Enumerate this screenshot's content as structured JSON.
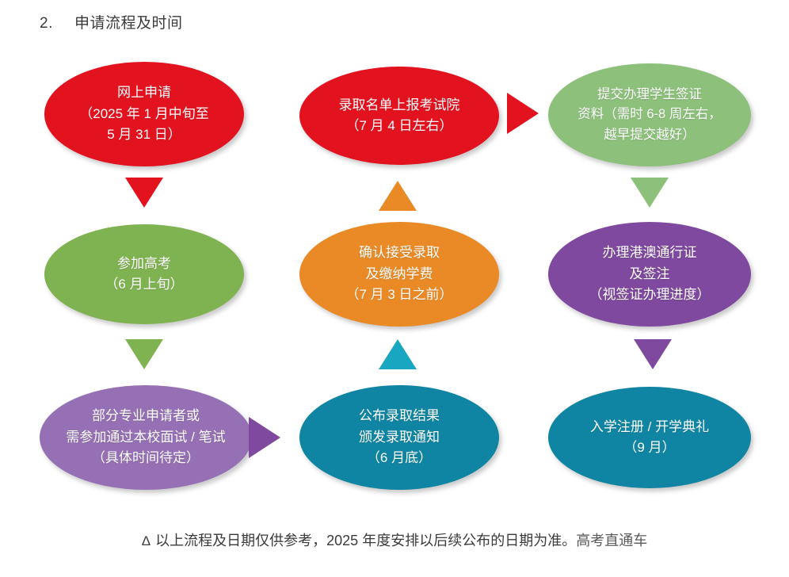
{
  "heading": {
    "number": "2.",
    "title": "申请流程及时间"
  },
  "colors": {
    "red": "#E3121F",
    "green": "#7FB250",
    "light_green": "#8CC07B",
    "orange": "#E98A26",
    "purple": "#7E499E",
    "light_purple": "#9570B4",
    "teal": "#0F85A3",
    "cyan": "#19A6C0",
    "text_on_node": "#FFFFFF",
    "heading_text": "#3A3A3A"
  },
  "nodes": [
    {
      "id": "online-application",
      "color": "#E3121F",
      "row": 1,
      "col": 1,
      "lines": [
        "网上申请",
        "（2025 年 1 月中旬至",
        "5 月 31 日）"
      ]
    },
    {
      "id": "admission-list-report",
      "color": "#E3121F",
      "row": 1,
      "col": 2,
      "lines": [
        "录取名单上报考试院",
        "（7 月 4 日左右）"
      ]
    },
    {
      "id": "student-visa-materials",
      "color": "#8CC07B",
      "row": 1,
      "col": 3,
      "lines": [
        "提交办理学生签证",
        "资料（需时 6-8 周左右，",
        "越早提交越好）"
      ]
    },
    {
      "id": "gaokao-exam",
      "color": "#7FB250",
      "row": 2,
      "col": 1,
      "lines": [
        "参加高考",
        "（6 月上旬）"
      ]
    },
    {
      "id": "confirm-and-pay",
      "color": "#E98A26",
      "row": 2,
      "col": 2,
      "lines": [
        "确认接受录取",
        "及缴纳学费",
        "（7 月 3 日之前）"
      ]
    },
    {
      "id": "hk-macau-permit",
      "color": "#7E499E",
      "row": 2,
      "col": 3,
      "lines": [
        "办理港澳通行证",
        "及签注",
        "（视签证办理进度）"
      ]
    },
    {
      "id": "interview-written-test",
      "color": "#9570B4",
      "row": 3,
      "col": 1,
      "lines": [
        "部分专业申请者或",
        "需参加通过本校面试 / 笔试",
        "（具体时间待定）"
      ]
    },
    {
      "id": "publish-results",
      "color": "#0F85A3",
      "row": 3,
      "col": 2,
      "lines": [
        "公布录取结果",
        "颁发录取通知",
        "（6 月底）"
      ]
    },
    {
      "id": "enrollment-ceremony",
      "color": "#0F85A3",
      "row": 3,
      "col": 3,
      "lines": [
        "入学注册 / 开学典礼",
        "（9 月）"
      ]
    }
  ],
  "arrows": [
    {
      "id": "online-application-to-gaokao",
      "direction": "down",
      "color": "#E3121F"
    },
    {
      "id": "confirm-pay-to-admission-list",
      "direction": "up",
      "color": "#E98A26"
    },
    {
      "id": "admission-list-to-visa-materials",
      "direction": "right",
      "color": "#E3121F"
    },
    {
      "id": "visa-materials-to-hk-macau-permit",
      "direction": "down",
      "color": "#8CC07B"
    },
    {
      "id": "gaokao-to-interview",
      "direction": "down",
      "color": "#7FB250"
    },
    {
      "id": "publish-results-to-confirm-pay",
      "direction": "up",
      "color": "#19A6C0"
    },
    {
      "id": "hk-macau-permit-to-enrollment",
      "direction": "down",
      "color": "#7E499E"
    },
    {
      "id": "interview-to-publish-results",
      "direction": "right",
      "color": "#7E499E"
    }
  ],
  "footnote": {
    "mark": "Δ",
    "text": "以上流程及日期仅供参考，2025 年度安排以后续公布的日期为准。",
    "source": "高考直通车"
  }
}
